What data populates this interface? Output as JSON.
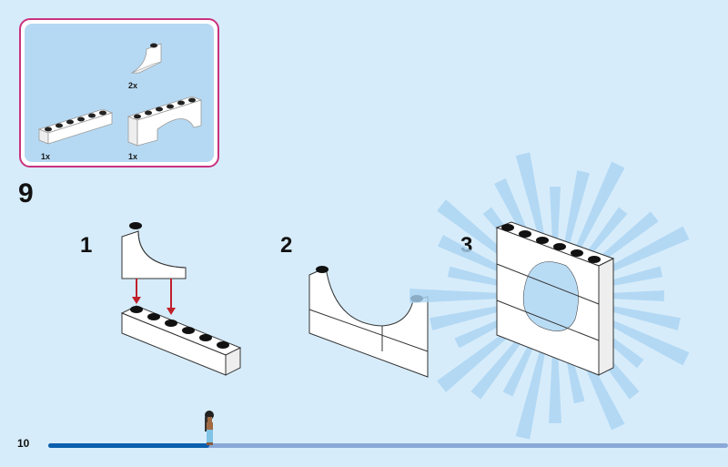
{
  "parts": [
    {
      "name": "arch-slope",
      "qty": "2x"
    },
    {
      "name": "brick-1x6",
      "qty": "1x"
    },
    {
      "name": "arch-1x6",
      "qty": "1x"
    }
  ],
  "step": {
    "number": "9",
    "substeps": [
      "1",
      "2",
      "3"
    ]
  },
  "footer": {
    "page_number": "10",
    "progress": 0.237
  },
  "colors": {
    "background": "#d7ecfa",
    "box_border": "#c9327f",
    "box_fill": "#b6d9f3",
    "progress_fill": "#0b5fad",
    "progress_track": "#8aa9d8",
    "arrow": "#c0202a"
  }
}
